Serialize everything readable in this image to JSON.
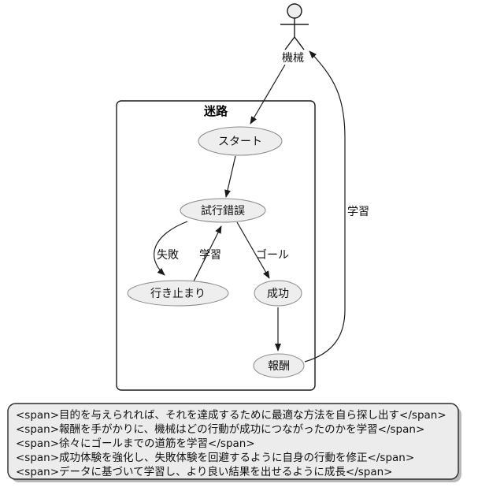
{
  "diagram": {
    "actor": {
      "label": "機械"
    },
    "container": {
      "title": "迷路"
    },
    "nodes": [
      {
        "id": "start",
        "label": "スタート"
      },
      {
        "id": "trial",
        "label": "試行錯誤"
      },
      {
        "id": "deadend",
        "label": "行き止まり"
      },
      {
        "id": "success",
        "label": "成功"
      },
      {
        "id": "reward",
        "label": "報酬"
      }
    ],
    "edge_labels": {
      "fail": "失敗",
      "learn_left": "学習",
      "goal": "ゴール",
      "learn_right": "学習"
    }
  },
  "note": {
    "lines": [
      "<span>目的を与えられれば、それを達成するために最適な方法を自ら探し出す</span>",
      "<span>報酬を手がかりに、機械はどの行動が成功につながったのかを学習</span>",
      "<span>徐々にゴールまでの道筋を学習</span>",
      "<span>成功体験を強化し、失敗体験を回避するように自身の行動を修正</span>",
      "<span>データに基づいて学習し、より良い結果を出せるように成長</span>"
    ]
  },
  "colors": {
    "background": "#ffffff",
    "node_fill": "#eeeeee",
    "node_stroke": "#8a8a8a",
    "line": "#1a1a1a",
    "note_fill": "#ececec",
    "note_shadow": "#b8b8b8",
    "text": "#111111"
  }
}
